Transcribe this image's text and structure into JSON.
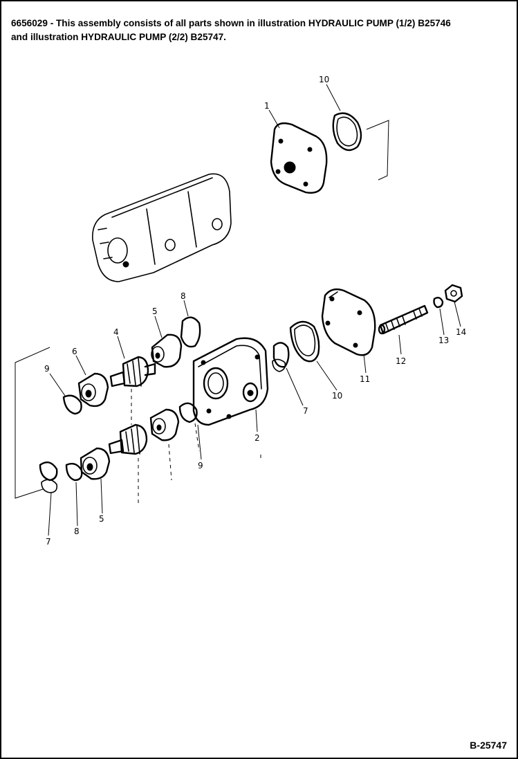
{
  "header": {
    "line1": "6656029 - This assembly consists of all parts shown in illustration HYDRAULIC PUMP (1/2) B25746",
    "line2": "and illustration HYDRAULIC PUMP (2/2) B25747."
  },
  "figure_id": "B-25747",
  "callouts": {
    "c1": "1",
    "c10_top": "10",
    "c8_top": "8",
    "c5_top": "5",
    "c4": "4",
    "c6": "6",
    "c9_left": "9",
    "c2": "2",
    "c7_right": "7",
    "c10_mid": "10",
    "c11": "11",
    "c12": "12",
    "c13": "13",
    "c14": "14",
    "c9_bottom": "9",
    "c7_bottom": "7",
    "c8_bottom": "8",
    "c5_bottom": "5"
  }
}
